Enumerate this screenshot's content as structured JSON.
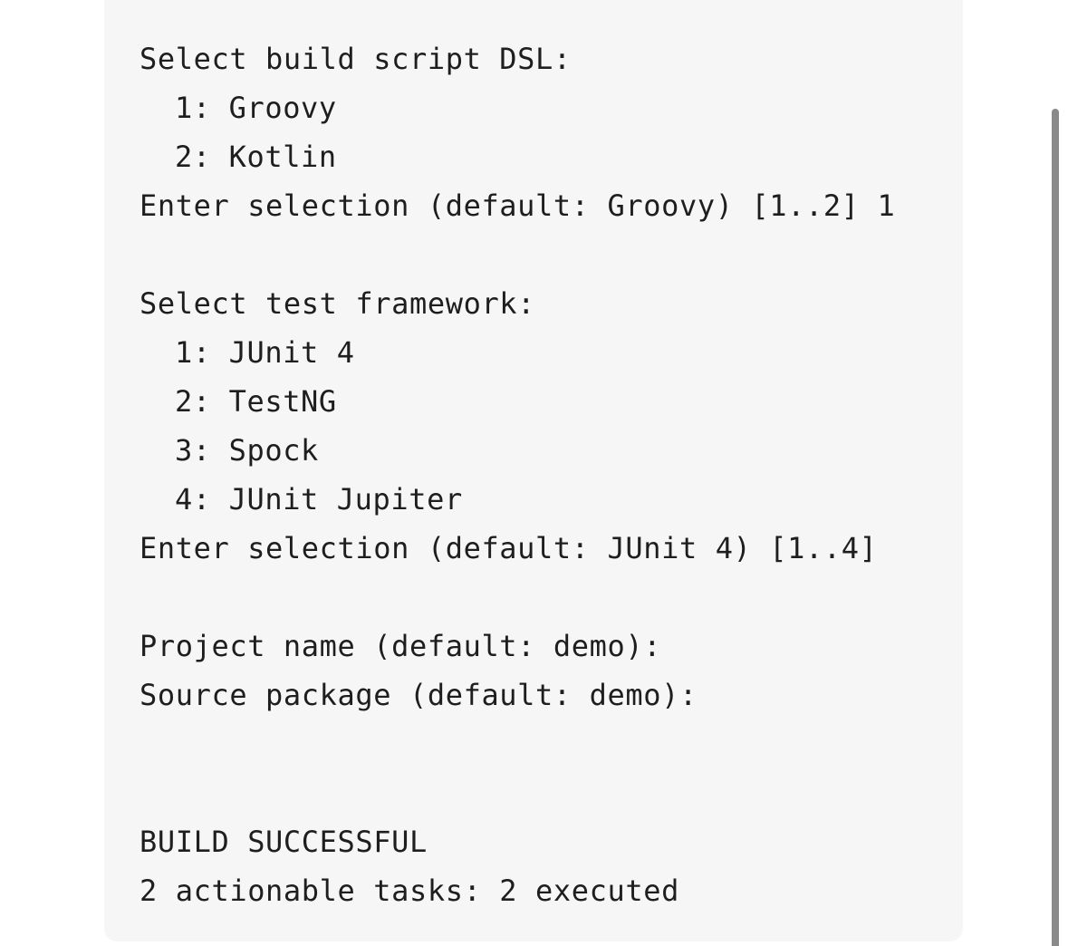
{
  "terminal_output": {
    "lines": [
      {
        "text": "Select build script DSL:",
        "indent": false
      },
      {
        "text": "1: Groovy",
        "indent": true
      },
      {
        "text": "2: Kotlin",
        "indent": true
      },
      {
        "text": "Enter selection (default: Groovy) [1..2] 1",
        "indent": false
      },
      {
        "text": "",
        "indent": false
      },
      {
        "text": "Select test framework:",
        "indent": false
      },
      {
        "text": "1: JUnit 4",
        "indent": true
      },
      {
        "text": "2: TestNG",
        "indent": true
      },
      {
        "text": "3: Spock",
        "indent": true
      },
      {
        "text": "4: JUnit Jupiter",
        "indent": true
      },
      {
        "text": "Enter selection (default: JUnit 4) [1..4]",
        "indent": false
      },
      {
        "text": "",
        "indent": false
      },
      {
        "text": "Project name (default: demo):",
        "indent": false
      },
      {
        "text": "Source package (default: demo):",
        "indent": false
      },
      {
        "text": "",
        "indent": false
      },
      {
        "text": "",
        "indent": false
      },
      {
        "text": "BUILD SUCCESSFUL",
        "indent": false
      },
      {
        "text": "2 actionable tasks: 2 executed",
        "indent": false
      }
    ]
  },
  "colors": {
    "panel_background": "#f6f6f6",
    "text": "#1e1e1e",
    "scrollbar_thumb": "#8a8a8a"
  }
}
